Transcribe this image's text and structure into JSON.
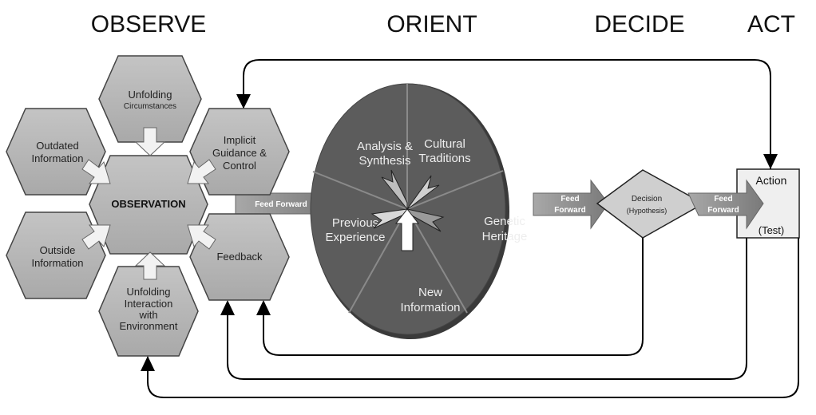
{
  "phases": {
    "observe": "OBSERVE",
    "orient": "ORIENT",
    "decide": "DECIDE",
    "act": "ACT"
  },
  "observe": {
    "center": "OBSERVATION",
    "unfolding_circumstances": [
      "Unfolding",
      "Circumstances"
    ],
    "outdated_information": [
      "Outdated",
      "Information"
    ],
    "implicit_guidance": [
      "Implicit",
      "Guidance &",
      "Control"
    ],
    "outside_information": [
      "Outside",
      "Information"
    ],
    "feedback": "Feedback",
    "unfolding_interaction": [
      "Unfolding",
      "Interaction",
      "with",
      "Environment"
    ]
  },
  "orient": {
    "analysis": [
      "Analysis &",
      "Synthesis"
    ],
    "cultural": [
      "Cultural",
      "Traditions"
    ],
    "genetic": [
      "Genetic",
      "Heritage"
    ],
    "new_info": [
      "New",
      "Information"
    ],
    "previous": [
      "Previous",
      "Experience"
    ]
  },
  "feed_forward_1": "Feed Forward",
  "feed_forward_2": [
    "Feed",
    "Forward"
  ],
  "feed_forward_3": [
    "Feed",
    "Forward"
  ],
  "decide": [
    "Decision",
    "(Hypothesis)"
  ],
  "act": {
    "title": "Action",
    "sub": "(Test)"
  },
  "colors": {
    "hex": "#b8b8b8",
    "pie": "#5a5a5a",
    "arrow": "#8c8c8c",
    "box": "#efefef"
  }
}
